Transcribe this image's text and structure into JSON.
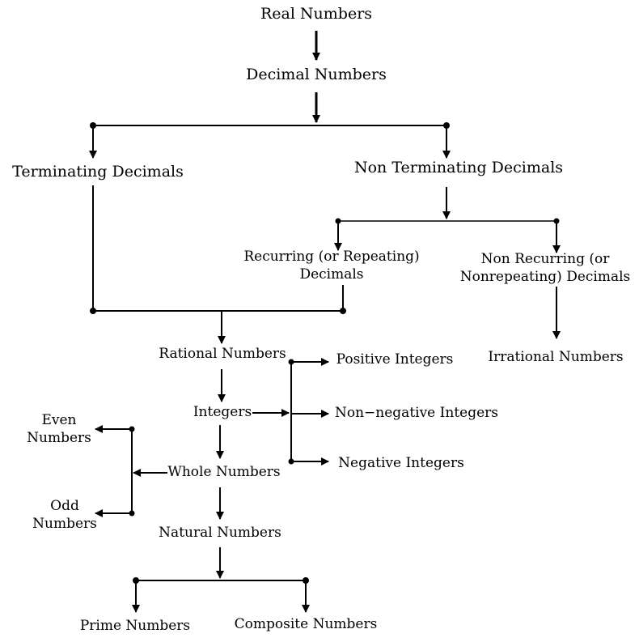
{
  "nodes": {
    "real_numbers": "Real Numbers",
    "decimal_numbers": "Decimal Numbers",
    "terminating_decimals": "Terminating Decimals",
    "non_terminating_decimals": "Non Terminating Decimals",
    "recurring_line1": "Recurring (or Repeating)",
    "recurring_line2": "Decimals",
    "non_recurring_line1": "Non Recurring (or",
    "non_recurring_line2": "Nonrepeating) Decimals",
    "irrational_numbers": "Irrational Numbers",
    "rational_numbers": "Rational Numbers",
    "positive_integers": "Positive Integers",
    "integers": "Integers",
    "non_negative_integers": "Non−negative Integers",
    "negative_integers": "Negative Integers",
    "even_line1": "Even",
    "even_line2": "Numbers",
    "whole_numbers": "Whole Numbers",
    "odd_line1": "Odd",
    "odd_line2": "Numbers",
    "natural_numbers": "Natural Numbers",
    "prime_numbers": "Prime Numbers",
    "composite_numbers": "Composite Numbers"
  }
}
